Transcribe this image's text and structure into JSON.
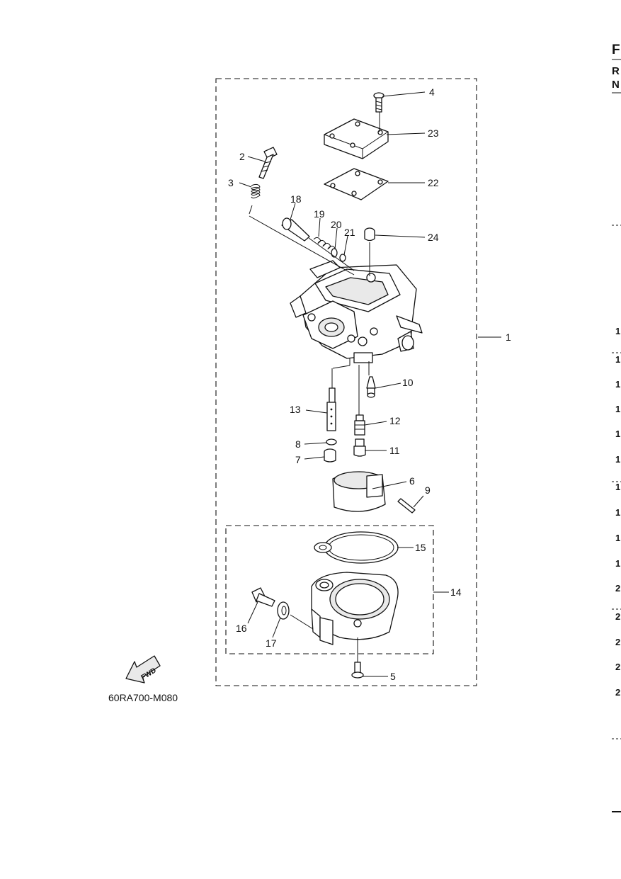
{
  "diagram": {
    "drawing_code": "60RA700-M080",
    "fwd_label": "FWD",
    "callouts": [
      "1",
      "2",
      "3",
      "4",
      "5",
      "6",
      "7",
      "8",
      "9",
      "10",
      "11",
      "12",
      "13",
      "14",
      "15",
      "16",
      "17",
      "18",
      "19",
      "20",
      "21",
      "22",
      "23",
      "24"
    ]
  },
  "edge_column": {
    "header": [
      "F",
      "R",
      "N"
    ],
    "row_fragments": [
      "1",
      "1",
      "1",
      "1",
      "1",
      "1",
      "1",
      "1",
      "1",
      "1",
      "2",
      "2",
      "2",
      "2",
      "2"
    ]
  }
}
